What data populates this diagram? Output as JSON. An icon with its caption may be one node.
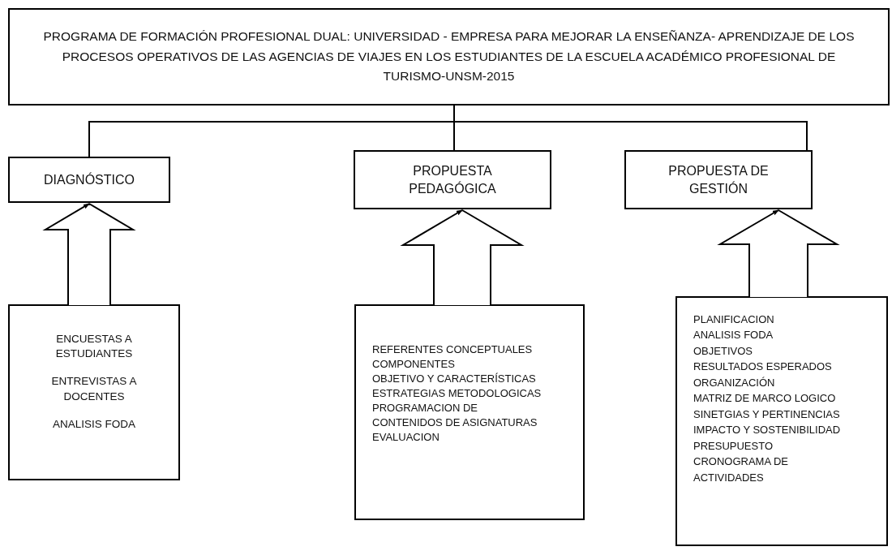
{
  "diagram": {
    "nodes": [
      {
        "text": [
          "PROGRAMA DE FORMACIÓN PROFESIONAL DUAL: UNIVERSIDAD - EMPRESA PARA MEJORAR LA ENSEÑANZA- APRENDIZAJE DE LOS PROCESOS OPERATIVOS DE LAS AGENCIAS DE VIAJES EN LOS ESTUDIANTES DE LA ESCUELA ACADÉMICO PROFESIONAL DE TURISMO-UNSM-2015"
        ]
      },
      {
        "text": [
          "DIAGNÓSTICO"
        ]
      },
      {
        "text": [
          "PROPUESTA PEDAGÓGICA"
        ]
      },
      {
        "text": [
          "PROPUESTA DE GESTIÓN"
        ]
      },
      {
        "text": [
          "ENCUESTAS A ESTUDIANTES",
          "ENTREVISTAS A DOCENTES",
          "ANALISIS FODA"
        ]
      },
      {
        "text": [
          "REFERENTES CONCEPTUALES",
          "COMPONENTES",
          "OBJETIVO Y CARACTERÍSTICAS",
          "ESTRATEGIAS METODOLOGICAS",
          "PROGRAMACION DE CONTENIDOS DE ASIGNATURAS",
          "EVALUACION"
        ]
      },
      {
        "text": [
          "PLANIFICACION",
          "ANALISIS FODA",
          "OBJETIVOS",
          "RESULTADOS ESPERADOS",
          "ORGANIZACIÓN",
          "MATRIZ DE MARCO LOGICO",
          "SINETGIAS Y PERTINENCIAS",
          "IMPACTO Y SOSTENIBILIDAD",
          "PRESUPUESTO",
          "CRONOGRAMA DE ACTIVIDADES"
        ]
      }
    ],
    "edges": [
      {
        "from": 0,
        "to": 1,
        "arrow": "none"
      },
      {
        "from": 0,
        "to": 2,
        "arrow": "none"
      },
      {
        "from": 0,
        "to": 3,
        "arrow": "none"
      },
      {
        "from": 4,
        "to": 1,
        "arrow": "to"
      },
      {
        "from": 5,
        "to": 2,
        "arrow": "to"
      },
      {
        "from": 6,
        "to": 3,
        "arrow": "to"
      }
    ]
  }
}
